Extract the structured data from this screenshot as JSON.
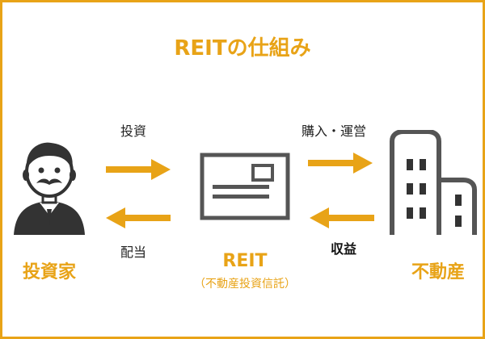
{
  "title": "REITの仕組み",
  "nodes": {
    "investor": {
      "label": "投資家"
    },
    "reit": {
      "label": "REIT",
      "sublabel": "（不動産投資信託）"
    },
    "realestate": {
      "label": "不動産"
    }
  },
  "edges": {
    "investment": "投資",
    "dividend": "配当",
    "purchase": "購入・運営",
    "income": "収益"
  },
  "colors": {
    "accent": "#e8a317",
    "icon": "#555555",
    "icon_fill": "#333333",
    "text": "#222222"
  }
}
